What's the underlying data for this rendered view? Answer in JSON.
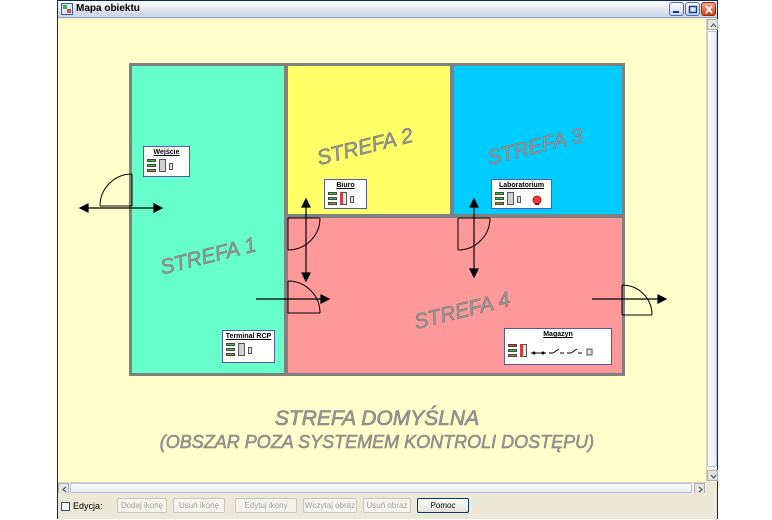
{
  "window": {
    "title": "Mapa obiektu"
  },
  "map": {
    "zones": [
      {
        "id": "1",
        "label": "STREFA 1",
        "color": "#66ffcc"
      },
      {
        "id": "2",
        "label": "STREFA 2",
        "color": "#ffff66"
      },
      {
        "id": "3",
        "label": "STREFA 3",
        "color": "#00ccff"
      },
      {
        "id": "4",
        "label": "STREFA 4",
        "color": "#ff9999"
      }
    ],
    "default_zone": {
      "title": "STREFA DOMYŚLNA",
      "subtitle": "(OBSZAR POZA SYSTEMEM KONTROLI DOSTĘPU)"
    },
    "devices": {
      "wejscie": "Wejście",
      "biuro": "Biuro",
      "laboratorium": "Laboratorium",
      "terminal": "Terminal RCP",
      "magazyn": "Magazyn"
    }
  },
  "toolbar": {
    "edit_label": "Edycja:",
    "add_icon": "Dodaj ikonę",
    "remove_icon": "Usuń ikonę",
    "edit_icons": "Edytuj ikony",
    "load_image": "Wczytaj obraz",
    "remove_image": "Usuń obraz",
    "help": "Pomoc"
  },
  "colors": {
    "background": "#ffffcc",
    "wall": "#808080",
    "led_green": "#33cc33",
    "led_red": "#ff3333",
    "led_olive": "#999933"
  }
}
